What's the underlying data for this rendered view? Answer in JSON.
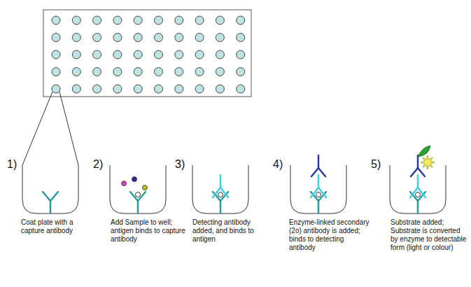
{
  "diagram": {
    "labels": [
      "1)",
      "Coat plate with a capture antibody",
      "2)",
      "Add Sample to well; antigen binds to capture antibody",
      "3)",
      "Detecting antibody added, and binds to antigen",
      "4)",
      "Enzyme-linked secondary (2o) antibody is added; binds to detecting antibody",
      "5)",
      "Substrate added; Substrate is converted by enzyme to detectable form (light or colour)"
    ]
  }
}
